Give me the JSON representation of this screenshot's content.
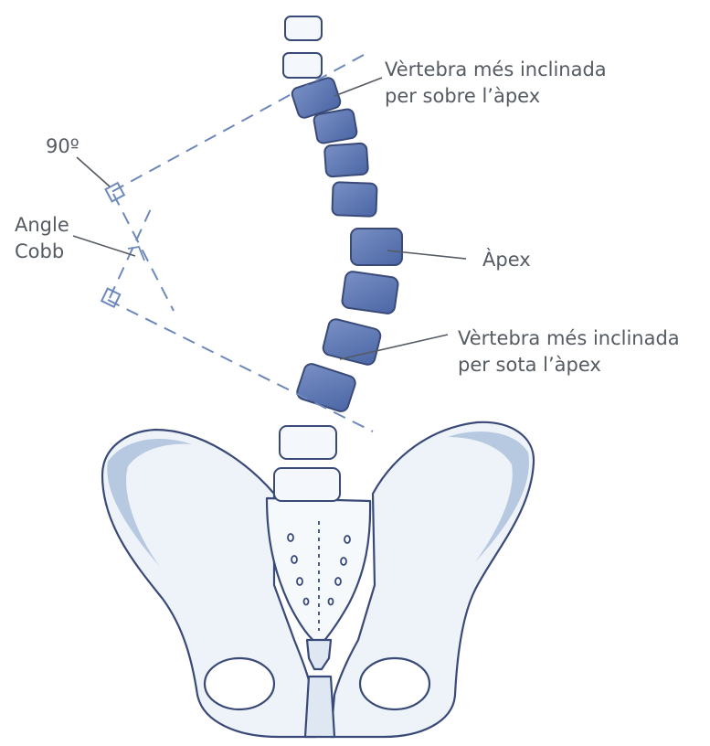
{
  "labels": {
    "upper_vertebra": [
      "Vèrtebra més inclinada",
      "per sobre l’àpex"
    ],
    "lower_vertebra": [
      "Vèrtebra més inclinada",
      "per sota l’àpex"
    ],
    "apex": "Àpex",
    "right_angle": "90º",
    "cobb_angle": [
      "Angle",
      "Cobb"
    ]
  },
  "colors": {
    "vertebra_fill": "#5b77b4",
    "vertebra_light": "#f4f7fb",
    "bone_fill": "#eef3f9",
    "bone_shadow": "#b7c8e1",
    "outline": "#3a4a78",
    "dash_line": "#6d88ba",
    "label_text": "#555b62"
  }
}
